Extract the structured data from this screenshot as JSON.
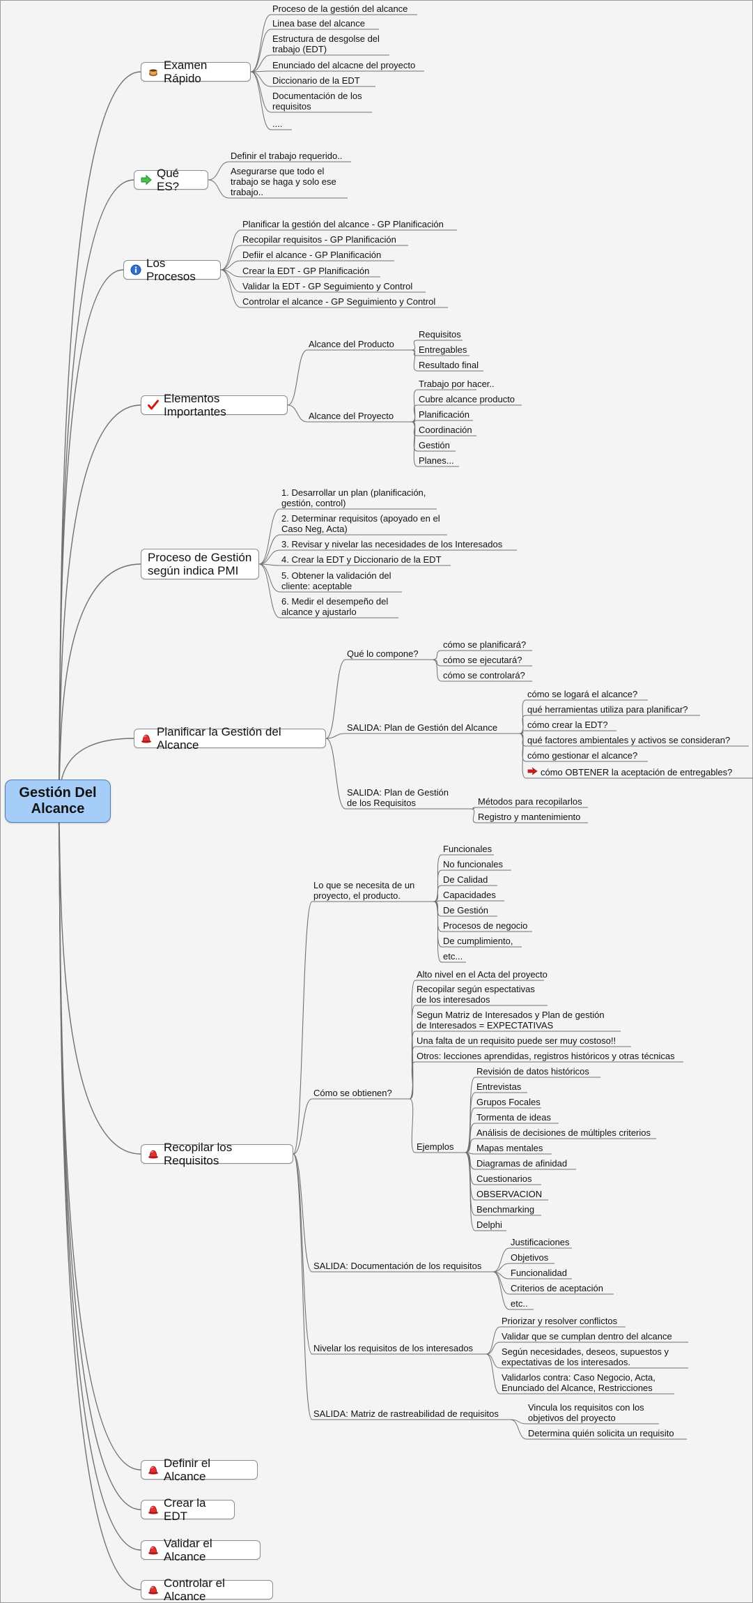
{
  "root": {
    "label": "Gestión Del\nAlcance"
  },
  "branches": {
    "examen": {
      "label": "Examen Rápido",
      "icon": "coffee-cup-icon",
      "items": [
        "Proceso de la gestión del alcance",
        "Linea base del alcance",
        "Estructura de desgolse del\ntrabajo (EDT)",
        "Enunciado del alcacne del proyecto",
        "Diccionario de la EDT",
        "Documentación de los\nrequisitos",
        "...."
      ]
    },
    "que_es": {
      "label": "Qué ES?",
      "icon": "green-arrow-icon",
      "items": [
        "Definir el trabajo requerido..",
        "Asegurarse que todo el\ntrabajo se haga y solo ese\ntrabajo.."
      ]
    },
    "procesos": {
      "label": "Los Procesos",
      "icon": "info-icon",
      "items": [
        "Planificar la gestión del alcance - GP Planificación",
        "Recopilar requisitos - GP Planificación",
        "Defiir el alcance - GP Planificación",
        "Crear la EDT - GP Planificación",
        "Validar la EDT - GP Seguimiento y Control",
        "Controlar el alcance - GP Seguimiento y Control"
      ]
    },
    "elementos": {
      "label": "Elementos Importantes",
      "icon": "red-checkmark-icon",
      "groups": [
        {
          "label": "Alcance del Producto",
          "items": [
            "Requisitos",
            "Entregables",
            "Resultado final"
          ]
        },
        {
          "label": "Alcance del Proyecto",
          "items": [
            "Trabajo por hacer..",
            "Cubre alcance producto",
            "Planificación",
            "Coordinación",
            "Gestión",
            "Planes..."
          ]
        }
      ]
    },
    "pmi": {
      "label": "Proceso de Gestión\nsegún indica PMI",
      "items": [
        "1. Desarrollar un plan (planificación,\ngestión, control)",
        "2. Determinar requisitos (apoyado en el\nCaso Neg, Acta)",
        "3. Revisar y nivelar las necesidades de los Interesados",
        "4. Crear la EDT y Diccionario de la EDT",
        "5. Obtener la validación del\ncliente: aceptable",
        "6. Medir el desempeño del\nalcance y ajustarlo"
      ]
    },
    "planificar": {
      "label": "Planificar la Gestión del Alcance",
      "icon": "warning-hat-icon",
      "groups": [
        {
          "label": "Qué lo compone?",
          "items": [
            "cómo se planificará?",
            "cómo se ejecutará?",
            "cómo se controlará?"
          ]
        },
        {
          "label": "SALIDA: Plan de Gestión del Alcance",
          "items": [
            "cómo se logará el alcance?",
            "qué herramientas utiliza para planificar?",
            "cómo crear la EDT?",
            "qué factores ambientales y activos se consideran?",
            "cómo gestionar el alcance?",
            "cómo OBTENER la aceptación de entregables?"
          ]
        },
        {
          "label": "SALIDA: Plan de Gestión\nde los Requisitos",
          "items": [
            "Métodos para recopilarlos",
            "Registro y mantenimiento"
          ]
        }
      ]
    },
    "recopilar": {
      "label": "Recopilar los Requisitos",
      "icon": "warning-hat-icon",
      "groups": [
        {
          "label": "Lo que se necesita de un\nproyecto, el producto.",
          "items": [
            "Funcionales",
            "No funcionales",
            "De Calidad",
            "Capacidades",
            "De Gestión",
            "Procesos de negocio",
            "De cumplimiento,",
            "etc..."
          ]
        },
        {
          "label": "Cómo se obtienen?",
          "items": [
            "Alto nivel en el Acta del proyecto",
            "Recopilar según espectativas\nde los interesados",
            "Segun Matriz de Interesados y Plan de gestión\nde Interesados = EXPECTATIVAS",
            "Una falta de un requisito puede ser muy costoso!!",
            "Otros: lecciones aprendidas, registros históricos y otras técnicas"
          ],
          "sub": {
            "label": "Ejemplos",
            "items": [
              "Revisión de datos históricos",
              "Entrevistas",
              "Grupos Focales",
              "Tormenta de ideas",
              "Análisis de decisiones de múltiples criterios",
              "Mapas mentales",
              "Diagramas de afinidad",
              "Cuestionarios",
              "OBSERVACION",
              "Benchmarking",
              "Delphi"
            ]
          }
        },
        {
          "label": "SALIDA: Documentación de los requisitos",
          "items": [
            "Justificaciones",
            "Objetivos",
            "Funcionalidad",
            "Criterios de aceptación",
            "etc.."
          ]
        },
        {
          "label": "Nivelar los requisitos de los interesados",
          "items": [
            "Priorizar y resolver conflictos",
            "Validar que se cumplan dentro del alcance",
            "Según necesidades, deseos, supuestos y\nexpectativas de los interesados.",
            "Validarlos contra: Caso Negocio, Acta,\nEnunciado del Alcance, Restricciones"
          ]
        },
        {
          "label": "SALIDA: Matriz de rastreabilidad de requisitos",
          "items": [
            "Vincula los requisitos con los\nobjetivos del proyecto",
            "Determina quién solicita un requisito"
          ]
        }
      ]
    },
    "definir": {
      "label": "Definir el Alcance",
      "icon": "warning-hat-icon"
    },
    "crear": {
      "label": "Crear la EDT",
      "icon": "warning-hat-icon"
    },
    "validar": {
      "label": "Validar el Alcance",
      "icon": "warning-hat-icon"
    },
    "controlar": {
      "label": "Controlar el Alcance",
      "icon": "warning-hat-icon"
    }
  },
  "colors": {
    "root_fill": "#a6cdf7",
    "root_border": "#4f7fb3",
    "link": "#707070",
    "background": "#f4f4f4"
  }
}
